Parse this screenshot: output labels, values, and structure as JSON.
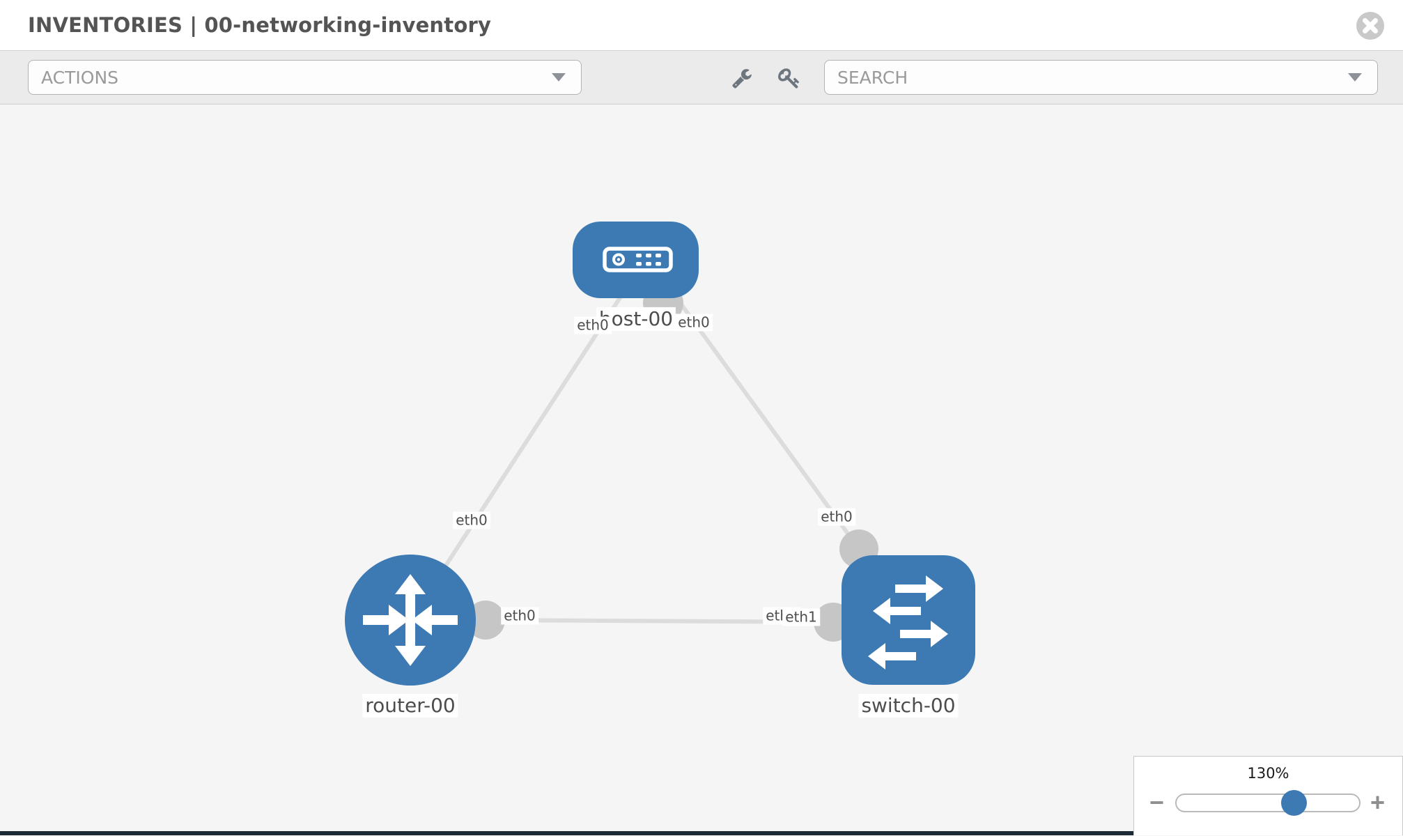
{
  "header": {
    "title": "INVENTORIES | 00-networking-inventory"
  },
  "toolbar": {
    "actions_label": "ACTIONS",
    "search_label": "SEARCH"
  },
  "icons": {
    "close": "x-circle-icon",
    "wrench": "wrench-icon",
    "key": "key-icon",
    "caret": "caret-down-icon",
    "minus": "minus-icon",
    "plus": "plus-icon",
    "host": "server-icon",
    "router": "router-arrows-icon",
    "switch": "switch-arrows-icon"
  },
  "colors": {
    "node_blue": "#3d7ab3",
    "link_gray": "#dcdcdc",
    "interface_gray": "#c6c6c6",
    "canvas_bg": "#f5f5f6",
    "toolbar_bg": "#ebebeb",
    "bottom_strip": "#1c2833"
  },
  "topology": {
    "nodes": [
      {
        "name": "host-00",
        "type": "host"
      },
      {
        "name": "router-00",
        "type": "router"
      },
      {
        "name": "switch-00",
        "type": "switch"
      }
    ],
    "links": [
      {
        "from": "router-00",
        "to": "host-00",
        "from_interface": "eth0",
        "to_interface": "eth0"
      },
      {
        "from": "host-00",
        "to": "switch-00",
        "from_interface": "eth0",
        "to_interface": "eth0"
      },
      {
        "from": "router-00",
        "to": "switch-00",
        "from_interface": "eth0",
        "to_interface": "eth1"
      }
    ],
    "interface_labels": [
      {
        "text": "eth0"
      },
      {
        "text": "eth0"
      },
      {
        "text": "eth0"
      },
      {
        "text": "eth0"
      },
      {
        "text": "eth0"
      },
      {
        "text": "eth0"
      },
      {
        "text": "eth1"
      }
    ]
  },
  "zoom_control": {
    "value": "130%",
    "percent": 130,
    "minus_label": "−",
    "plus_label": "+"
  }
}
